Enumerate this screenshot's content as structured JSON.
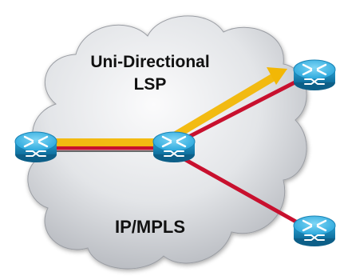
{
  "diagram": {
    "title_line1": "Uni-Directional",
    "title_line2": "LSP",
    "cloud_label": "IP/MPLS"
  },
  "nodes": [
    {
      "name": "router-left",
      "icon": "router-icon"
    },
    {
      "name": "router-center",
      "icon": "router-icon"
    },
    {
      "name": "router-top-right",
      "icon": "router-icon"
    },
    {
      "name": "router-bottom-right",
      "icon": "router-icon"
    }
  ],
  "colors": {
    "link": "#c8102e",
    "lsp": "#f2b705",
    "router_top": "#3db8e6",
    "router_side": "#1f8fc0",
    "cloud_light": "#f4f5f7",
    "cloud_dark": "#b9bcc2"
  }
}
